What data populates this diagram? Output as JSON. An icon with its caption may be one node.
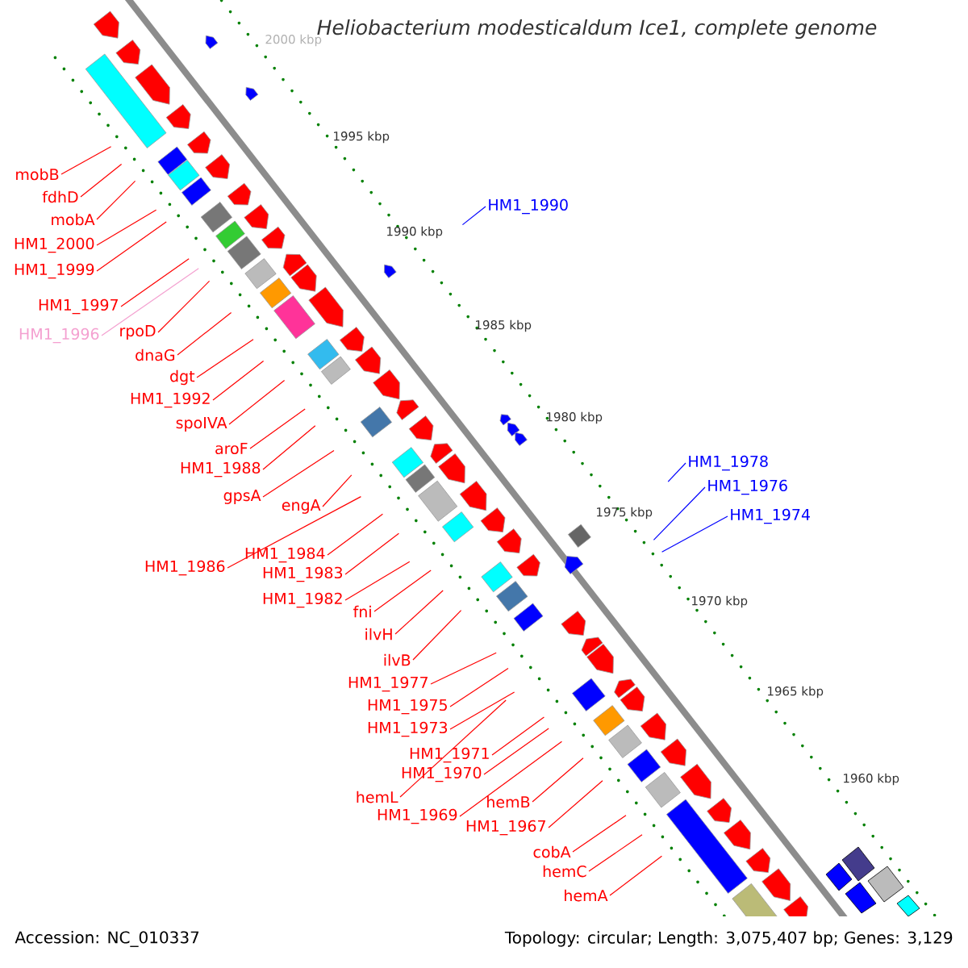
{
  "diagram": {
    "title": "Heliobacterium modesticaldum Ice1, complete genome",
    "nodes": [
      {
        "text": [
          "mobB"
        ]
      },
      {
        "text": [
          "fdhD"
        ]
      },
      {
        "text": [
          "HM1_1990"
        ]
      },
      {
        "text": [
          "mobA"
        ]
      },
      {
        "text": [
          "HM1_2000"
        ]
      },
      {
        "text": [
          "HM1_1999"
        ]
      },
      {
        "text": [
          "HM1_1997"
        ]
      },
      {
        "text": [
          "rpoD"
        ]
      },
      {
        "text": [
          "HM1_1996"
        ]
      },
      {
        "text": [
          "dnaG"
        ]
      },
      {
        "text": [
          "dgt"
        ]
      },
      {
        "text": [
          "HM1_1992"
        ]
      },
      {
        "text": [
          "spoIVA"
        ]
      },
      {
        "text": [
          "aroF"
        ]
      },
      {
        "text": [
          "HM1_1978"
        ]
      },
      {
        "text": [
          "HM1_1988"
        ]
      },
      {
        "text": [
          "HM1_1976"
        ]
      },
      {
        "text": [
          "gpsA"
        ]
      },
      {
        "text": [
          "HM1_1974"
        ]
      },
      {
        "text": [
          "engA"
        ]
      },
      {
        "text": [
          "HM1_1984"
        ]
      },
      {
        "text": [
          "HM1_1986"
        ]
      },
      {
        "text": [
          "HM1_1983"
        ]
      },
      {
        "text": [
          "HM1_1982"
        ]
      },
      {
        "text": [
          "fni"
        ]
      },
      {
        "text": [
          "ilvH"
        ]
      },
      {
        "text": [
          "ilvB"
        ]
      },
      {
        "text": [
          "HM1_1977"
        ]
      },
      {
        "text": [
          "HM1_1975"
        ]
      },
      {
        "text": [
          "HM1_1973"
        ]
      },
      {
        "text": [
          "HM1_1971"
        ]
      },
      {
        "text": [
          "HM1_1970"
        ]
      },
      {
        "text": [
          "hemL"
        ]
      },
      {
        "text": [
          "hemB"
        ]
      },
      {
        "text": [
          "HM1_1969"
        ]
      },
      {
        "text": [
          "HM1_1967"
        ]
      },
      {
        "text": [
          "cobA"
        ]
      },
      {
        "text": [
          "hemC"
        ]
      },
      {
        "text": [
          "hemA"
        ]
      }
    ],
    "edges": [
      {
        "from": 0,
        "to": null,
        "arrow": "none"
      },
      {
        "from": 1,
        "to": null,
        "arrow": "none"
      },
      {
        "from": 2,
        "to": null,
        "arrow": "none",
        "color": "#0000ff"
      },
      {
        "from": 3,
        "to": null,
        "arrow": "none"
      },
      {
        "from": 4,
        "to": null,
        "arrow": "none"
      },
      {
        "from": 5,
        "to": null,
        "arrow": "none"
      },
      {
        "from": 6,
        "to": null,
        "arrow": "none"
      },
      {
        "from": 7,
        "to": null,
        "arrow": "none"
      },
      {
        "from": 8,
        "to": null,
        "arrow": "none",
        "color": "#f4a0d0"
      },
      {
        "from": 9,
        "to": null,
        "arrow": "none"
      },
      {
        "from": 10,
        "to": null,
        "arrow": "none"
      },
      {
        "from": 11,
        "to": null,
        "arrow": "none"
      },
      {
        "from": 12,
        "to": null,
        "arrow": "none"
      },
      {
        "from": 13,
        "to": null,
        "arrow": "none"
      },
      {
        "from": 14,
        "to": null,
        "arrow": "none",
        "color": "#0000ff"
      },
      {
        "from": 15,
        "to": null,
        "arrow": "none"
      },
      {
        "from": 16,
        "to": null,
        "arrow": "none",
        "color": "#0000ff"
      },
      {
        "from": 17,
        "to": null,
        "arrow": "none"
      },
      {
        "from": 18,
        "to": null,
        "arrow": "none",
        "color": "#0000ff"
      },
      {
        "from": 19,
        "to": null,
        "arrow": "none"
      },
      {
        "from": 20,
        "to": null,
        "arrow": "none"
      },
      {
        "from": 21,
        "to": null,
        "arrow": "none"
      },
      {
        "from": 22,
        "to": null,
        "arrow": "none"
      },
      {
        "from": 23,
        "to": null,
        "arrow": "none"
      },
      {
        "from": 24,
        "to": null,
        "arrow": "none"
      },
      {
        "from": 25,
        "to": null,
        "arrow": "none"
      },
      {
        "from": 26,
        "to": null,
        "arrow": "none"
      },
      {
        "from": 27,
        "to": null,
        "arrow": "none"
      },
      {
        "from": 28,
        "to": null,
        "arrow": "none"
      },
      {
        "from": 29,
        "to": null,
        "arrow": "none"
      },
      {
        "from": 30,
        "to": null,
        "arrow": "none"
      },
      {
        "from": 31,
        "to": null,
        "arrow": "none"
      },
      {
        "from": 32,
        "to": null,
        "arrow": "none"
      },
      {
        "from": 33,
        "to": null,
        "arrow": "none"
      },
      {
        "from": 34,
        "to": null,
        "arrow": "none"
      },
      {
        "from": 35,
        "to": null,
        "arrow": "none"
      },
      {
        "from": 36,
        "to": null,
        "arrow": "none"
      },
      {
        "from": 37,
        "to": null,
        "arrow": "none"
      },
      {
        "from": 38,
        "to": null,
        "arrow": "none"
      }
    ],
    "labels": [
      "2000 kbp",
      "1995 kbp",
      "1990 kbp",
      "1985 kbp",
      "1980 kbp",
      "1975 kbp",
      "1970 kbp",
      "1965 kbp",
      "1960 kbp",
      "Accession: NC_010337",
      "Topology: circular; Length: 3,075,407 bp; Genes: 3,129"
    ]
  }
}
